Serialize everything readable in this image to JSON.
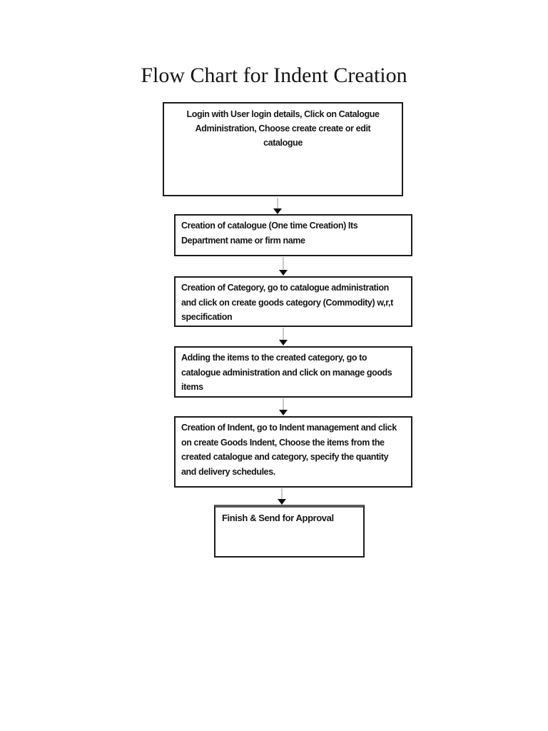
{
  "page": {
    "title": "Flow Chart for Indent Creation"
  },
  "flowchart": {
    "type": "flowchart",
    "direction": "top-down",
    "nodes": [
      {
        "id": "step-1",
        "label": "Login with User login details, Click on Catalogue\nAdministration, Choose create create or edit\ncatalogue"
      },
      {
        "id": "step-2",
        "label": "Creation of catalogue (One time Creation) Its\nDepartment name or firm name"
      },
      {
        "id": "step-3",
        "label": "Creation of Category, go to catalogue administration\nand click on create goods category (Commodity) w,r,t\nspecification"
      },
      {
        "id": "step-4",
        "label": "Adding the items to the created category, go to\ncatalogue administration and click on manage goods\nitems"
      },
      {
        "id": "step-5",
        "label": "Creation of Indent, go to Indent management and click\non create Goods Indent, Choose the items from the\ncreated catalogue and category, specify the quantity\nand delivery schedules."
      },
      {
        "id": "step-6",
        "label": "Finish & Send for Approval"
      }
    ],
    "edges": [
      {
        "from": "step-1",
        "to": "step-2"
      },
      {
        "from": "step-2",
        "to": "step-3"
      },
      {
        "from": "step-3",
        "to": "step-4"
      },
      {
        "from": "step-4",
        "to": "step-5"
      },
      {
        "from": "step-5",
        "to": "step-6"
      }
    ]
  },
  "colors": {
    "page-bg": "#ffffff",
    "ink": "#161616",
    "box-border": "#1c1c1c",
    "connector": "#c9c9c9",
    "arrowhead": "#0f0f0f",
    "finish-box-top": "#5a5a5a"
  }
}
